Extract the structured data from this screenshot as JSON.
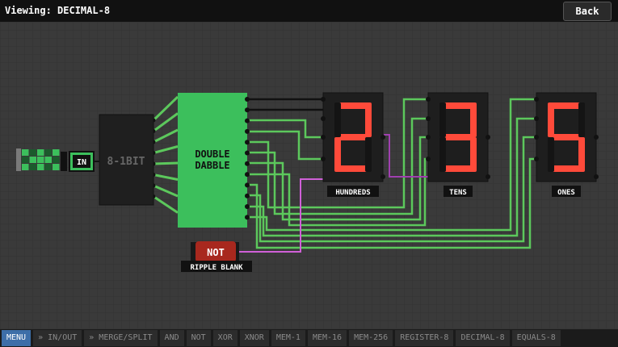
{
  "header": {
    "title": "Viewing: DECIMAL-8",
    "back_label": "Back"
  },
  "components": {
    "converter_label": "8-1BIT",
    "dabble_line1": "DOUBLE",
    "dabble_line2": "DABBLE",
    "input_label": "IN",
    "not_label": "NOT",
    "ripple_label": "RIPPLE BLANK"
  },
  "displays": [
    {
      "digit": "2",
      "label": "HUNDREDS"
    },
    {
      "digit": "3",
      "label": "TENS"
    },
    {
      "digit": "5",
      "label": "ONES"
    }
  ],
  "taskbar": {
    "items": [
      "MENU",
      "» IN/OUT",
      "» MERGE/SPLIT",
      "AND",
      "NOT",
      "XOR",
      "XNOR",
      "MEM-1",
      "MEM-16",
      "MEM-256",
      "REGISTER-8",
      "DECIMAL-8",
      "EQUALS-8"
    ],
    "active": "MENU"
  },
  "colors": {
    "wire_green": "#5cc85c",
    "wire_pink": "#d060d8",
    "wire_black": "#111111",
    "dabble_fill": "#3cbf5c",
    "not_fill": "#a8281e",
    "segment_on": "#ff4a3a",
    "segment_off": "#141414"
  }
}
